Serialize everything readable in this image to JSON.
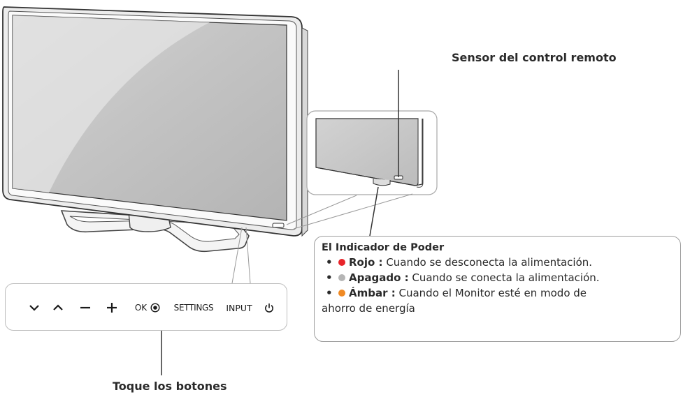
{
  "labels": {
    "sensor": "Sensor del control remoto",
    "touch_buttons": "Toque los botones"
  },
  "buttons": {
    "ok": "OK",
    "settings": "SETTINGS",
    "input": "INPUT"
  },
  "indicator": {
    "title": "El Indicador de Poder",
    "items": [
      {
        "state": "Rojo :",
        "text": "Cuando se desconecta la alimentación.",
        "color": "#e8242a"
      },
      {
        "state": "Apagado :",
        "text": "Cuando se conecta la alimentación.",
        "color": "#b5b5b5"
      },
      {
        "state": "Ámbar :",
        "text": "Cuando el Monitor esté en modo de",
        "color": "#f08a24"
      }
    ],
    "continuation": "ahorro de energía"
  },
  "colors": {
    "red": "#e8242a",
    "gray": "#b5b5b5",
    "amber": "#f08a24"
  }
}
